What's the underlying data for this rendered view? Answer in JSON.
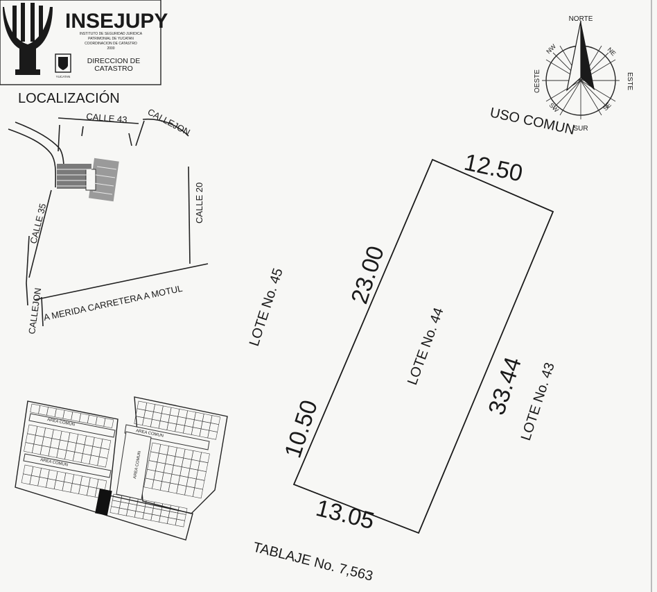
{
  "header": {
    "org_name": "INSEJUPY",
    "org_fine_print": [
      "INSTITUTO DE SEGURIDAD JURIDICA",
      "PATRIMONIAL DE YUCATAN",
      "COORDINACION DE CATASTRO",
      "2000"
    ],
    "department_line1": "DIRECCION DE",
    "department_line2": "CATASTRO",
    "seal_caption": "YUCATAN"
  },
  "location_inset": {
    "title": "LOCALIZACIÓN",
    "streets": {
      "calle_43": "CALLE 43",
      "callejon_top": "CALLEJON",
      "calle_20": "CALLE 20",
      "calle_35": "CALLE 35",
      "callejon_left": "CALLEJON",
      "carretera": "A MERIDA CARRETERA A MOTUL"
    }
  },
  "compass": {
    "north": "NORTE",
    "south": "SUR",
    "east": "ESTE",
    "west": "OESTE",
    "ne": "NE",
    "nw": "NW",
    "se": "SE",
    "sw": "SW"
  },
  "plot": {
    "lot_name": "LOTE No. 44",
    "dimensions": {
      "top": "12.50",
      "left_upper": "23.00",
      "left_lower": "10.50",
      "bottom": "13.05",
      "right": "33.44"
    },
    "neighbors": {
      "north": "USO COMUN",
      "west": "LOTE No. 45",
      "east": "LOTE No. 43",
      "south": "TABLAJE No. 7,563"
    }
  },
  "subdivision_inset": {
    "area_labels": [
      "AREA COMUN",
      "AREA COMUN",
      "AREA COMUN",
      "AREA COMUN"
    ]
  },
  "colors": {
    "ink": "#1a1a1a",
    "paper": "#f7f7f5",
    "highlight_lot": "#111111"
  }
}
